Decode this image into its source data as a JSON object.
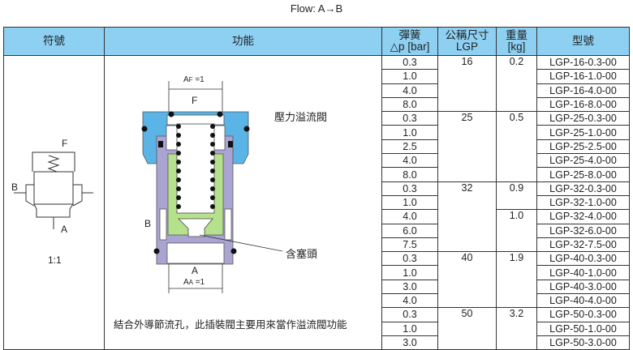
{
  "title": "Flow: A→B",
  "headers": {
    "symbol": "符號",
    "function": "功能",
    "spring_1": "彈簧",
    "spring_2": "△p [bar]",
    "size_1": "公稱尺寸",
    "size_2": "LGP",
    "weight_1": "重量",
    "weight_2": "[kg]",
    "model": "型號"
  },
  "symbol": {
    "F": "F",
    "B": "B",
    "A": "A",
    "ratio": "1:1"
  },
  "function": {
    "af": "A",
    "af_sub": "F",
    "af_val": " =1",
    "F": "F",
    "name": "壓力溢流閥",
    "B": "B",
    "plug": "含塞頭",
    "A": "A",
    "aa": "A",
    "aa_sub": "A",
    "aa_val": " =1",
    "note": "結合外導節流孔，此插裝閥主要用來當作溢流閥功能"
  },
  "rows": [
    {
      "dp": "0.3",
      "model": "LGP-16-0.3-00"
    },
    {
      "dp": "1.0",
      "model": "LGP-16-1.0-00"
    },
    {
      "dp": "4.0",
      "model": "LGP-16-4.0-00"
    },
    {
      "dp": "8.0",
      "model": "LGP-16-8.0-00"
    },
    {
      "dp": "0.3",
      "model": "LGP-25-0.3-00"
    },
    {
      "dp": "1.0",
      "model": "LGP-25-1.0-00"
    },
    {
      "dp": "2.5",
      "model": "LGP-25-2.5-00"
    },
    {
      "dp": "4.0",
      "model": "LGP-25-4.0-00"
    },
    {
      "dp": "8.0",
      "model": "LGP-25-8.0-00"
    },
    {
      "dp": "0.3",
      "model": "LGP-32-0.3-00"
    },
    {
      "dp": "1.0",
      "model": "LGP-32-1.0-00"
    },
    {
      "dp": "4.0",
      "model": "LGP-32-4.0-00"
    },
    {
      "dp": "6.0",
      "model": "LGP-32-6.0-00"
    },
    {
      "dp": "7.5",
      "model": "LGP-32-7.5-00"
    },
    {
      "dp": "0.3",
      "model": "LGP-40-0.3-00"
    },
    {
      "dp": "1.0",
      "model": "LGP-40-1.0-00"
    },
    {
      "dp": "3.0",
      "model": "LGP-40-3.0-00"
    },
    {
      "dp": "4.0",
      "model": "LGP-40-4.0-00"
    },
    {
      "dp": "0.3",
      "model": "LGP-50-0.3-00"
    },
    {
      "dp": "1.0",
      "model": "LGP-50-1.0-00"
    },
    {
      "dp": "3.0",
      "model": "LGP-50-3.0-00"
    }
  ],
  "sizes": [
    {
      "size": "16",
      "span": 4
    },
    {
      "size": "25",
      "span": 5
    },
    {
      "size": "32",
      "span": 5
    },
    {
      "size": "40",
      "span": 4
    },
    {
      "size": "50",
      "span": 3
    }
  ],
  "weights": [
    {
      "w": "0.2",
      "span": 4
    },
    {
      "w": "0.5",
      "span": 5
    },
    {
      "w": "0.9",
      "span": 2
    },
    {
      "w": "1.0",
      "span": 3
    },
    {
      "w": "1.9",
      "span": 4
    },
    {
      "w": "3.2",
      "span": 3
    }
  ]
}
